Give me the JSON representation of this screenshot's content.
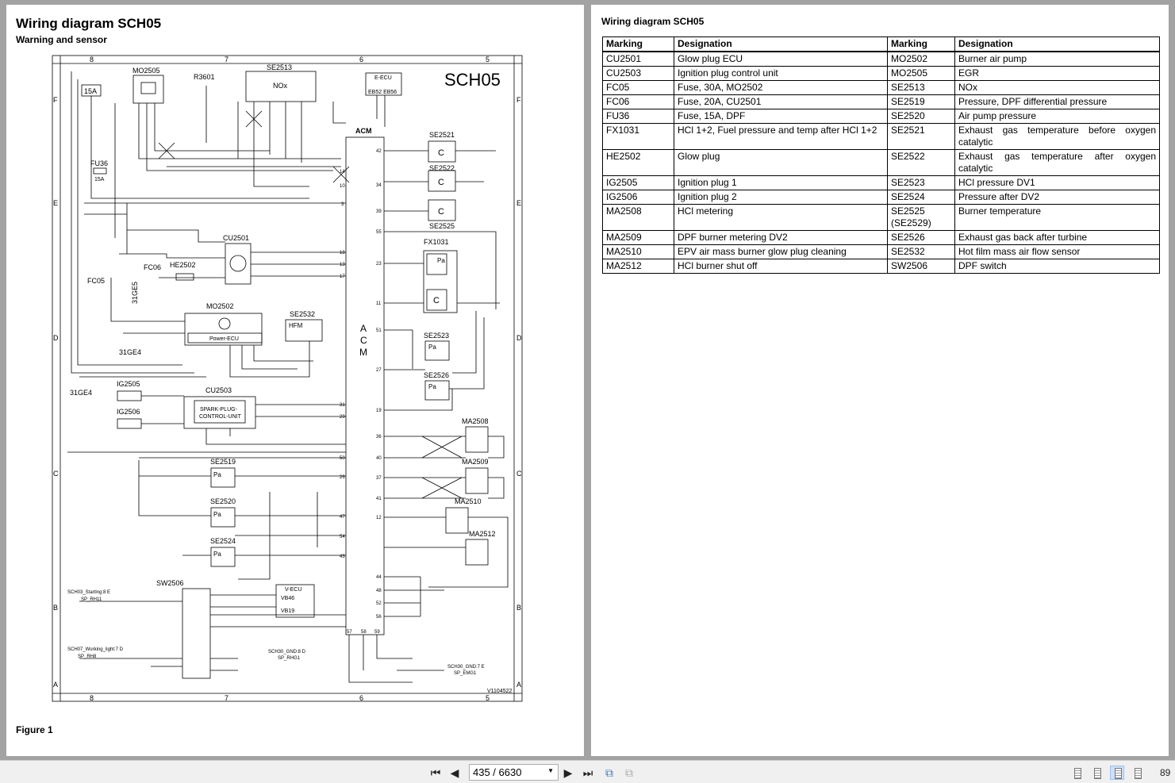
{
  "left_page": {
    "title": "Wiring diagram SCH05",
    "subtitle": "Warning and sensor",
    "figure_label": "Figure 1",
    "diagram": {
      "sheet": "SCH05",
      "drawing_no": "V1104522",
      "columns": [
        "8",
        "7",
        "6",
        "5"
      ],
      "rows": [
        "F",
        "E",
        "D",
        "C",
        "B",
        "A"
      ],
      "acm": "ACM",
      "acm_letters": [
        "A",
        "C",
        "M"
      ],
      "components": {
        "mo2505": "MO2505",
        "r3601": "R3601",
        "se2513": "SE2513",
        "nox": "NOx",
        "eecu": "E-ECU",
        "eecu_pins": "EB52 EB56",
        "fuse15a": "15A",
        "fu36": "FU36",
        "fu36_val": "15A",
        "cu2501": "CU2501",
        "he2502": "HE2502",
        "fc06": "FC06",
        "fc05": "FC05",
        "ge5": "31GE5",
        "mo2502": "MO2502",
        "power_ecu": "Power-ECU",
        "se2532": "SE2532",
        "hfm": "HFM",
        "ge4a": "31GE4",
        "ge4b": "31GE4",
        "ig2505": "IG2505",
        "ig2506": "IG2506",
        "cu2503": "CU2503",
        "spark1": "SPARK-PLUG-",
        "spark2": "CONTROL-UNIT",
        "se2519": "SE2519",
        "se2520": "SE2520",
        "se2524": "SE2524",
        "sw2506": "SW2506",
        "vecu": "V-ECU",
        "vb46": "VB46",
        "vb19": "VB19",
        "se2521": "SE2521",
        "se2522": "SE2522",
        "se2525": "SE2525",
        "fx1031": "FX1031",
        "se2523": "SE2523",
        "se2526": "SE2526",
        "ma2508": "MA2508",
        "ma2509": "MA2509",
        "ma2510": "MA2510",
        "ma2512": "MA2512",
        "pa": "Pa",
        "c": "C"
      },
      "acm_pins_left": [
        "14",
        "10",
        "3",
        "18",
        "13",
        "17",
        "31",
        "29",
        "50",
        "26",
        "47",
        "54",
        "43"
      ],
      "acm_pins_right": [
        "42",
        "34",
        "39",
        "55",
        "23",
        "11",
        "51",
        "27",
        "19",
        "36",
        "40",
        "37",
        "41",
        "12",
        "44",
        "48",
        "52",
        "56"
      ],
      "acm_pins_bottom": [
        "57",
        "58",
        "59"
      ],
      "refs": {
        "sch03": "SCH03_Starting:8 E",
        "sp_rh11": "SP_RH11",
        "sch07": "SCH07_Working_light:7 D",
        "sp_rh8": "SP_RH8",
        "sch30a": "SCH30_GND:8 D",
        "sp_rhg1": "SP_RHG1",
        "sch30b": "SCH30_GND:7 E",
        "sp_emg1": "SP_EMG1"
      }
    }
  },
  "right_page": {
    "title": "Wiring diagram SCH05",
    "table": {
      "headers": [
        "Marking",
        "Designation",
        "Marking",
        "Designation"
      ],
      "rows": [
        [
          "CU2501",
          "Glow plug ECU",
          "MO2502",
          "Burner air pump"
        ],
        [
          "CU2503",
          "Ignition plug control unit",
          "MO2505",
          "EGR"
        ],
        [
          "FC05",
          "Fuse, 30A, MO2502",
          "SE2513",
          "NOx"
        ],
        [
          "FC06",
          "Fuse, 20A, CU2501",
          "SE2519",
          "Pressure, DPF differential pressure"
        ],
        [
          "FU36",
          "Fuse, 15A, DPF",
          "SE2520",
          "Air pump pressure"
        ],
        [
          "FX1031",
          "HCl 1+2, Fuel pressure and temp after HCl 1+2",
          "SE2521",
          "Exhaust gas temperature before oxygen catalytic"
        ],
        [
          "HE2502",
          "Glow plug",
          "SE2522",
          "Exhaust gas temperature after oxygen catalytic"
        ],
        [
          "IG2505",
          "Ignition plug 1",
          "SE2523",
          "HCl pressure DV1"
        ],
        [
          "IG2506",
          "Ignition plug 2",
          "SE2524",
          "Pressure after DV2"
        ],
        [
          "MA2508",
          "HCl metering",
          "SE2525 (SE2529)",
          "Burner temperature"
        ],
        [
          "MA2509",
          "DPF burner metering DV2",
          "SE2526",
          "Exhaust gas back after turbine"
        ],
        [
          "MA2510",
          "EPV air mass burner glow plug cleaning",
          "SE2532",
          "Hot film mass air flow sensor"
        ],
        [
          "MA2512",
          "HCl burner shut off",
          "SW2506",
          "DPF switch"
        ]
      ]
    }
  },
  "toolbar": {
    "page_value": "435 / 6630",
    "zoom": "89"
  }
}
